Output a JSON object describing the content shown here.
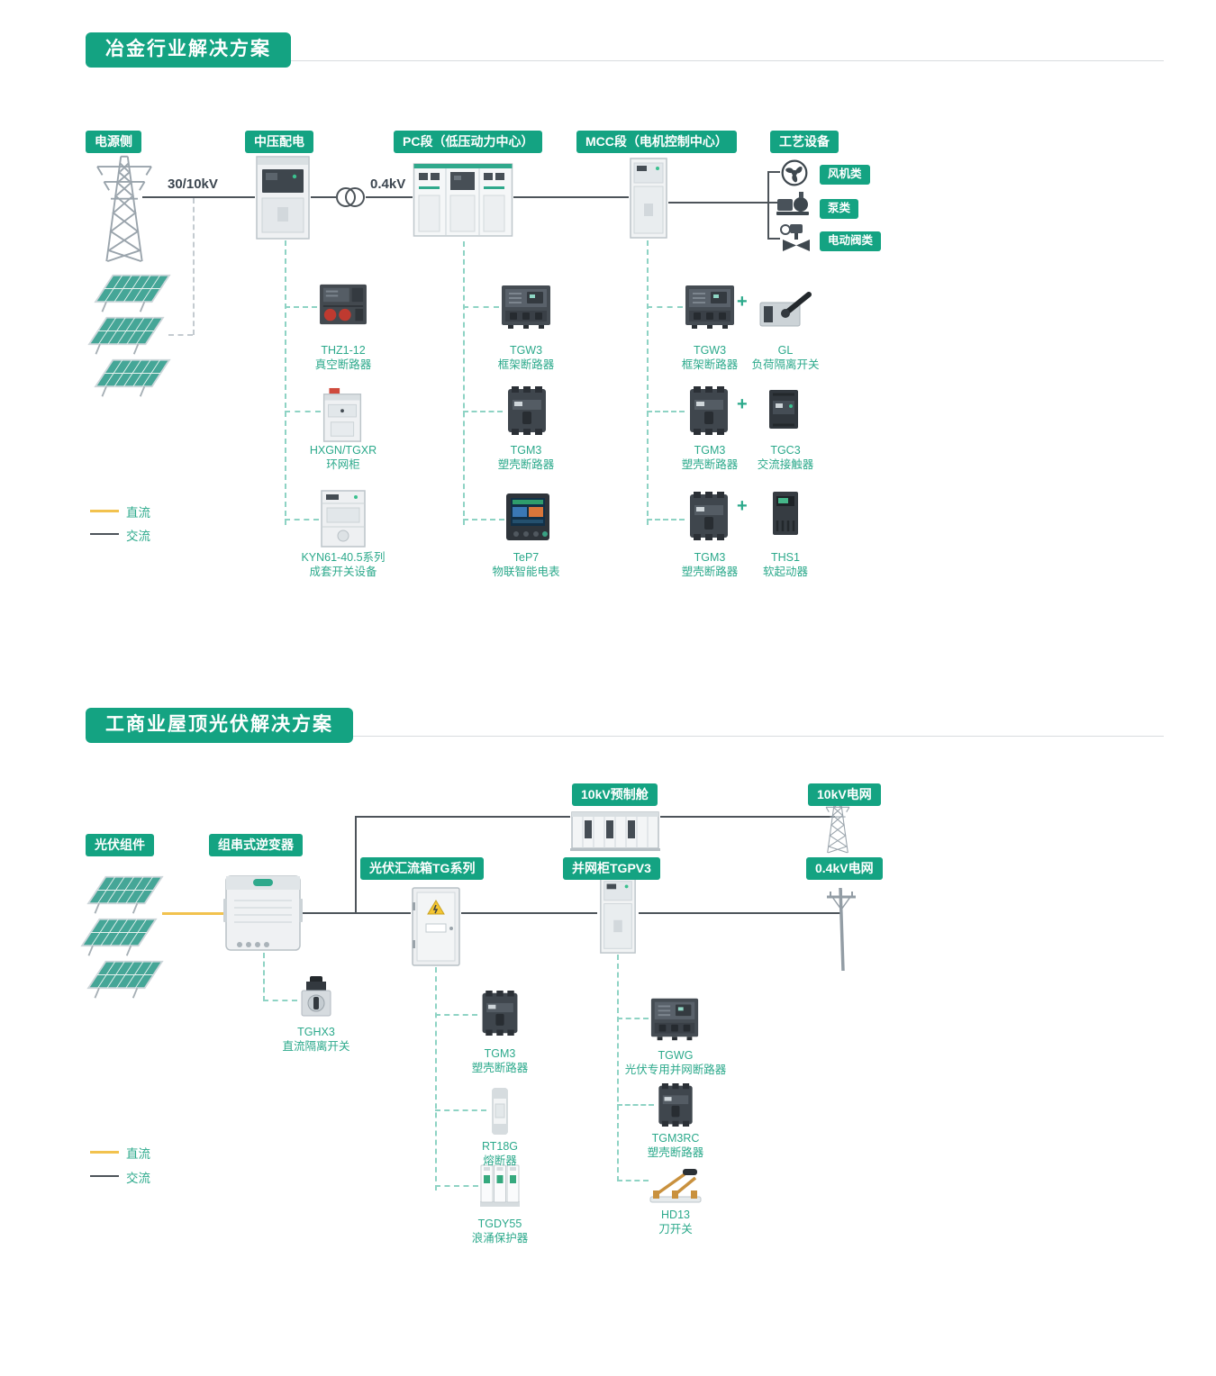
{
  "colors": {
    "accent_green": "#14a382",
    "label_green": "#2ba98b",
    "dashed_teal": "#8ed3c4",
    "ac_line": "#4d545a",
    "dc_line": "#f2c24e"
  },
  "met": {
    "title": "冶金行业解决方案",
    "badge_power": "电源侧",
    "badge_mv": "中压配电",
    "badge_pc": "PC段（低压动力中心）",
    "badge_mcc": "MCC段（电机控制中心）",
    "badge_process": "工艺设备",
    "voltage_in": "30/10kV",
    "voltage_lv": "0.4kV",
    "process_items": [
      "风机类",
      "泵类",
      "电动阀类"
    ],
    "plus": "+",
    "mv_products": [
      {
        "name": "THZ1-12",
        "desc": "真空断路器"
      },
      {
        "name": "HXGN/TGXR",
        "desc": "环网柜"
      },
      {
        "name": "KYN61-40.5系列",
        "desc": "成套开关设备"
      }
    ],
    "pc_products": [
      {
        "name": "TGW3",
        "desc": "框架断路器"
      },
      {
        "name": "TGM3",
        "desc": "塑壳断路器"
      },
      {
        "name": "TeP7",
        "desc": "物联智能电表"
      }
    ],
    "mcc_products": [
      {
        "name": "TGW3",
        "desc": "框架断路器",
        "pname": "GL",
        "pdesc": "负荷隔离开关"
      },
      {
        "name": "TGM3",
        "desc": "塑壳断路器",
        "pname": "TGC3",
        "pdesc": "交流接触器"
      },
      {
        "name": "TGM3",
        "desc": "塑壳断路器",
        "pname": "THS1",
        "pdesc": "软起动器"
      }
    ],
    "legend": {
      "dc": "直流",
      "ac": "交流"
    }
  },
  "pv": {
    "title": "工商业屋顶光伏解决方案",
    "badge_modules": "光伏组件",
    "badge_inverter": "组串式逆变器",
    "badge_combiner": "光伏汇流箱TG系列",
    "badge_grid_cabinet": "并网柜TGPV3",
    "badge_cabin": "10kV预制舱",
    "badge_grid_10kv": "10kV电网",
    "badge_grid_04kv": "0.4kV电网",
    "inverter_product": {
      "name": "TGHX3",
      "desc": "直流隔离开关"
    },
    "combiner_products": [
      {
        "name": "TGM3",
        "desc": "塑壳断路器"
      },
      {
        "name": "RT18G",
        "desc": "熔断器"
      },
      {
        "name": "TGDY55",
        "desc": "浪涌保护器"
      }
    ],
    "grid_products": [
      {
        "name": "TGWG",
        "desc": "光伏专用并网断路器"
      },
      {
        "name": "TGM3RC",
        "desc": "塑壳断路器"
      },
      {
        "name": "HD13",
        "desc": "刀开关"
      }
    ],
    "legend": {
      "dc": "直流",
      "ac": "交流"
    }
  }
}
